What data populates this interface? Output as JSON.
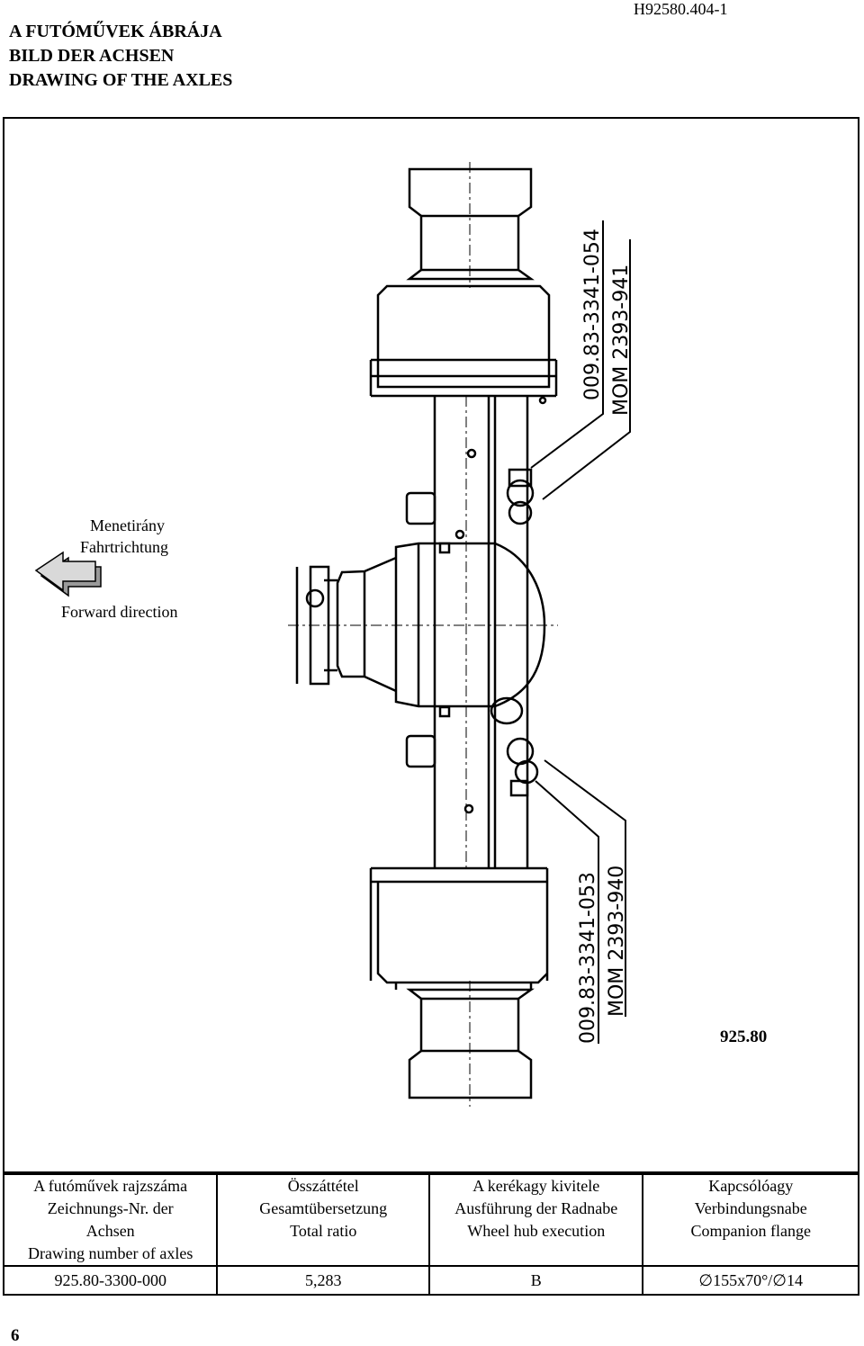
{
  "header": {
    "title_lines": [
      "A FUTÓMŰVEK ÁBRÁJA",
      "BILD DER ACHSEN",
      "DRAWING OF THE AXLES"
    ],
    "doc_number": "H92580.404-1"
  },
  "direction": {
    "line1": "Menetirány",
    "line2": "Fahrtrichtung",
    "line3": "Forward direction",
    "icon": "left-arrow-icon"
  },
  "drawing": {
    "top_labels": [
      "009.83-3341-054",
      "MOM 2393-941"
    ],
    "bottom_labels": [
      "009.83-3341-053",
      "MOM 2393-940"
    ],
    "model": "925.80"
  },
  "spec_table": {
    "headers": [
      [
        "A futóművek rajzszáma",
        "Zeichnungs-Nr. der",
        "Achsen",
        "Drawing number of axles"
      ],
      [
        "Összáttétel",
        "Gesamtübersetzung",
        "Total ratio"
      ],
      [
        "A kerékagy kivitele",
        "Ausführung der Radnabe",
        "Wheel hub execution"
      ],
      [
        "Kapcsólóagy",
        "Verbindungsnabe",
        "Companion flange"
      ]
    ],
    "values": [
      "925.80-3300-000",
      "5,283",
      "B",
      "∅155x70°/∅14"
    ]
  },
  "page_number": "6"
}
